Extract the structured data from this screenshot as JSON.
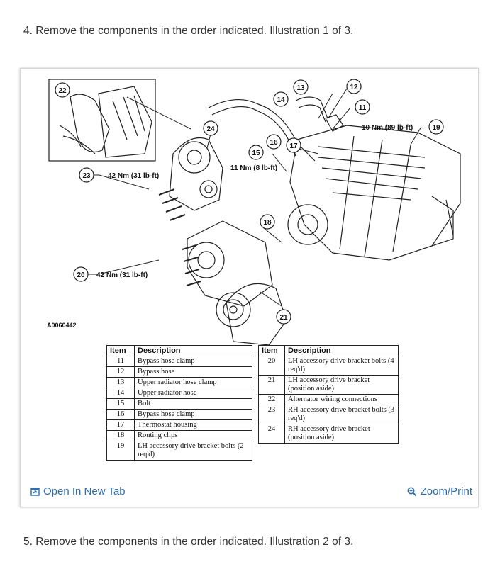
{
  "steps": {
    "step4": "4. Remove the components in the order indicated. Illustration 1 of 3.",
    "step5": "5. Remove the components in the order indicated. Illustration 2 of 3."
  },
  "illustration": {
    "code": "A0060442",
    "callouts": {
      "c11": "11",
      "c12": "12",
      "c13": "13",
      "c14": "14",
      "c15": "15",
      "c16": "16",
      "c17": "17",
      "c18": "18",
      "c19": "19",
      "c20": "20",
      "c21": "21",
      "c22": "22",
      "c23": "23",
      "c24": "24"
    },
    "torque": {
      "t19": "10 Nm (89 lb-ft)",
      "t15": "11 Nm (8 lb-ft)",
      "t23": "42 Nm (31 lb-ft)",
      "t20": "42 Nm (31 lb-ft)"
    }
  },
  "tables": {
    "headers": {
      "item": "Item",
      "description": "Description"
    },
    "left": [
      {
        "item": "11",
        "description": "Bypass hose clamp"
      },
      {
        "item": "12",
        "description": "Bypass hose"
      },
      {
        "item": "13",
        "description": "Upper radiator hose clamp"
      },
      {
        "item": "14",
        "description": "Upper radiator hose"
      },
      {
        "item": "15",
        "description": "Bolt"
      },
      {
        "item": "16",
        "description": "Bypass hose clamp"
      },
      {
        "item": "17",
        "description": "Thermostat housing"
      },
      {
        "item": "18",
        "description": "Routing clips"
      },
      {
        "item": "19",
        "description": "LH accessory drive bracket bolts (2 req'd)"
      }
    ],
    "right": [
      {
        "item": "20",
        "description": "LH accessory drive bracket bolts (4 req'd)"
      },
      {
        "item": "21",
        "description": "LH accessory drive bracket (position aside)"
      },
      {
        "item": "22",
        "description": "Alternator wiring connections"
      },
      {
        "item": "23",
        "description": "RH accessory drive bracket bolts (3 req'd)"
      },
      {
        "item": "24",
        "description": "RH accessory drive bracket (position aside)"
      }
    ]
  },
  "actions": {
    "open_tab": "Open In New Tab",
    "zoom_print": "Zoom/Print",
    "open_tab_icon": "open-new-tab-icon",
    "zoom_icon": "zoom-magnifier-icon"
  }
}
